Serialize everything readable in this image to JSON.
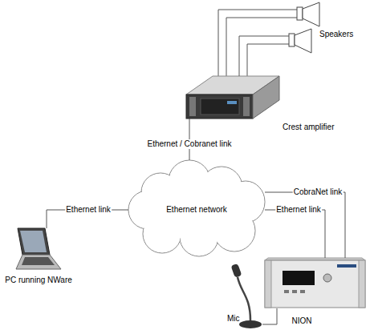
{
  "diagram": {
    "nodes": [
      {
        "text": [
          "Speakers"
        ]
      },
      {
        "text": [
          "Crest amplifier"
        ]
      },
      {
        "text": [
          "Ethernet network"
        ]
      },
      {
        "text": [
          "PC running NWare"
        ]
      },
      {
        "text": [
          "NION"
        ]
      },
      {
        "text": [
          "Mic"
        ]
      }
    ],
    "edges": [
      {
        "from": 1,
        "to": 0,
        "arrow": "none"
      },
      {
        "from": 1,
        "to": 2,
        "label": "Ethernet / Cobranet link",
        "arrow": "none"
      },
      {
        "from": 3,
        "to": 2,
        "label": "Ethernet link",
        "arrow": "none"
      },
      {
        "from": 2,
        "to": 4,
        "label": "CobraNet link",
        "arrow": "none"
      },
      {
        "from": 2,
        "to": 4,
        "label": "Ethernet link",
        "arrow": "none"
      },
      {
        "from": 5,
        "to": 4,
        "arrow": "none"
      }
    ]
  }
}
